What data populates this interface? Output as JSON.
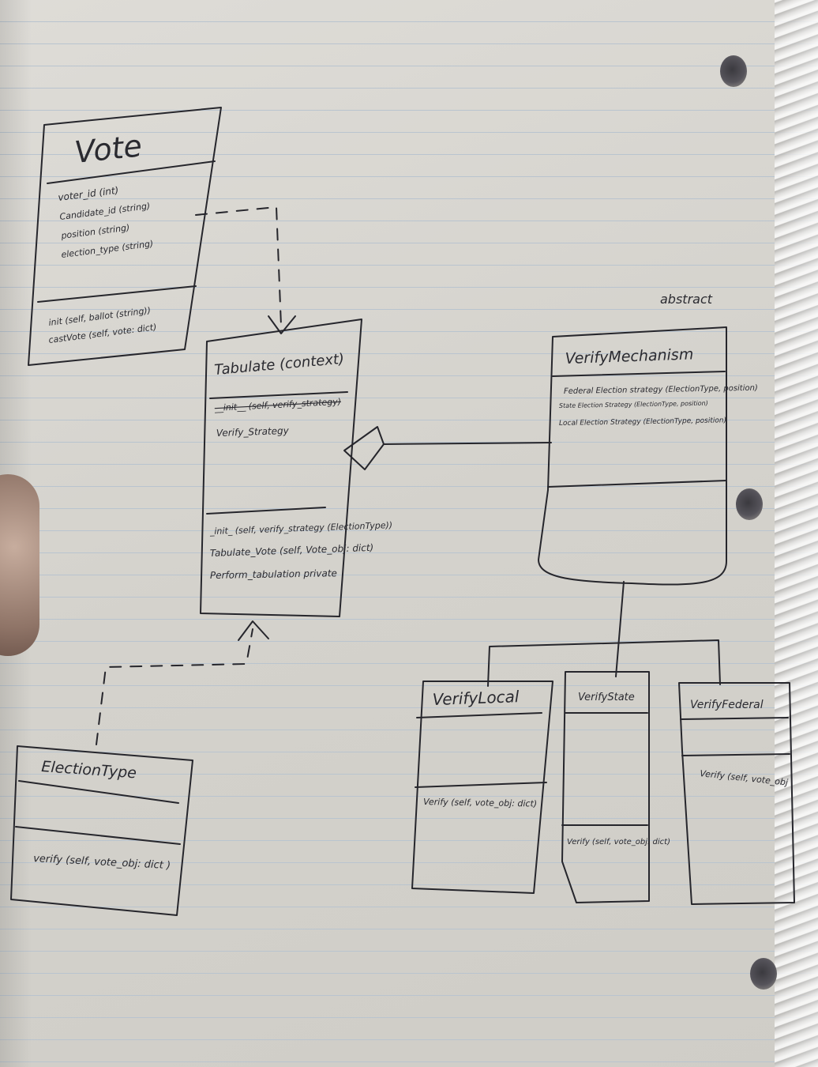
{
  "vote": {
    "title": "Vote",
    "attributes": [
      "voter_id (int)",
      "Candidate_id (string)",
      "position (string)",
      "election_type (string)"
    ],
    "methods": [
      "init (self, ballot (string))",
      "castVote (self, vote: dict)"
    ]
  },
  "tabulate": {
    "title": "Tabulate (context)",
    "attribute_struck": "__init__ (self, verify_strategy)",
    "attributes": [
      "Verify_Strategy"
    ],
    "methods": [
      "_init_ (self, verify_strategy (ElectionType))",
      "Tabulate_Vote (self, Vote_obj: dict)",
      "Perform_tabulation  private"
    ]
  },
  "verify_mechanism": {
    "note": "abstract",
    "title": "VerifyMechanism",
    "attributes": [
      "Federal Election strategy (ElectionType, position)",
      "State Election Strategy (ElectionType, position)",
      "Local Election Strategy (ElectionType, position)"
    ]
  },
  "verify_local": {
    "title": "VerifyLocal",
    "method": "Verify (self, vote_obj: dict)"
  },
  "verify_state": {
    "title": "VerifyState",
    "method": "Verify (self, vote_obj: dict)"
  },
  "verify_federal": {
    "title": "VerifyFederal",
    "method": "Verify (self, vote_obj"
  },
  "election_type": {
    "title": "ElectionType",
    "method": "verify (self, vote_obj: dict )"
  },
  "colors": {
    "ink": "#26262c",
    "paper": "#d8d6d1",
    "rule": "#b9c4cf"
  }
}
